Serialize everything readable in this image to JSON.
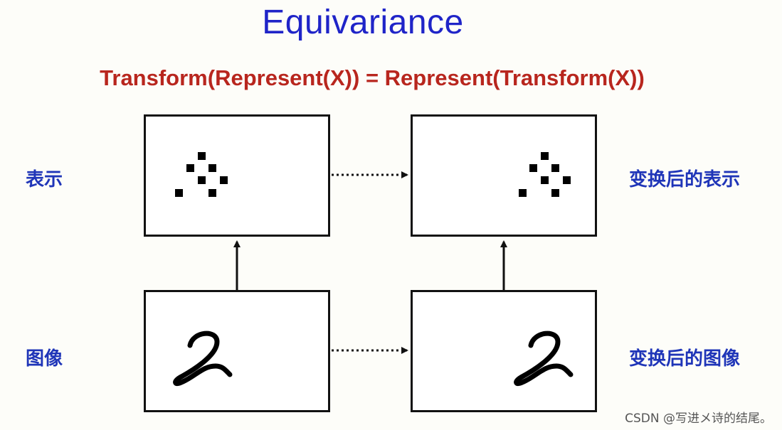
{
  "title": "Equivariance",
  "formula": "Transform(Represent(X)) = Represent(Transform(X))",
  "labels": {
    "representation": "表示",
    "image": "图像",
    "transformed_representation": "变换后的表示",
    "transformed_image": "变换后的图像"
  },
  "watermark": "CSDN @写进メ诗的结尾。",
  "colors": {
    "title": "#1f24c8",
    "formula": "#b8261e",
    "labels": "#1f35b8",
    "lines": "#111111"
  },
  "icons": {
    "representation_glyph": "dot-pattern-icon",
    "image_glyph": "handwritten-digit-2-icon"
  }
}
